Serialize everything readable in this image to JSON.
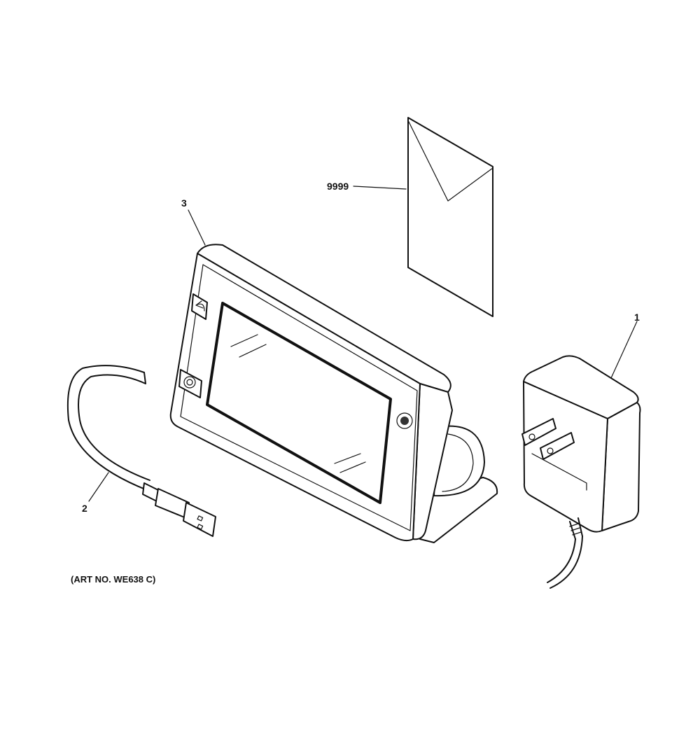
{
  "callouts": {
    "envelope": "9999",
    "display": "3",
    "adapter": "1",
    "cable": "2"
  },
  "art_no": "(ART NO. WE638 C)"
}
